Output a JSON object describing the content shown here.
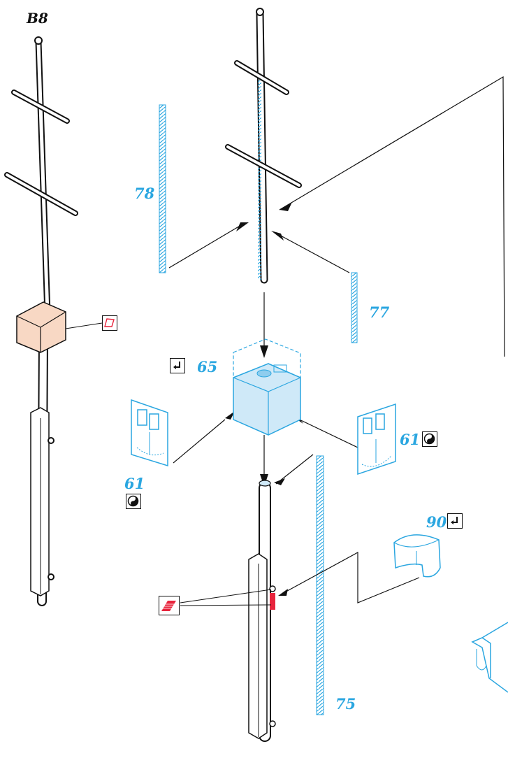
{
  "step": "B8",
  "parts": {
    "p78": "78",
    "p77": "77",
    "p65": "65",
    "p61a": "61",
    "p61b": "61",
    "p90": "90",
    "p75": "75"
  },
  "colors": {
    "part_blue": "#2aa6e0",
    "box_fill_blue": "#cfe9f8",
    "box_fill_peach": "#f8d8c4",
    "highlight_red": "#e8243c",
    "ink": "#111111"
  },
  "icons": {
    "glue": "glue-icon",
    "bend": "bend-icon",
    "decal": "decal-icon",
    "paint": "paint-red-icon"
  }
}
